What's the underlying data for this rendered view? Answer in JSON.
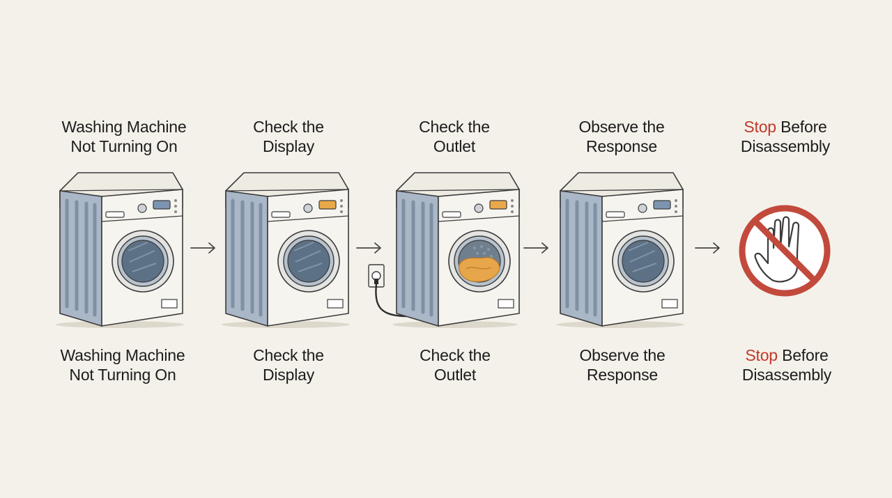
{
  "steps": [
    {
      "top_line1": "Washing Machine",
      "top_line2": "Not Turning On",
      "bottom_line1": "Washing Machine",
      "bottom_line2": "Not Turning On",
      "icon": "washing-machine-icon"
    },
    {
      "top_line1": "Check the",
      "top_line2": "Display",
      "bottom_line1": "Check the",
      "bottom_line2": "Display",
      "icon": "washing-machine-display-icon"
    },
    {
      "top_line1": "Check the",
      "top_line2": "Outlet",
      "bottom_line1": "Check the",
      "bottom_line2": "Outlet",
      "icon": "washing-machine-outlet-icon"
    },
    {
      "top_line1": "Observe the",
      "top_line2": "Response",
      "bottom_line1": "Observe the",
      "bottom_line2": "Response",
      "icon": "washing-machine-icon"
    },
    {
      "top_line1_a": "Stop",
      "top_line1_b": " Before",
      "top_line2": "Disassembly",
      "bottom_line1_a": "Stop",
      "bottom_line1_b": " Before",
      "bottom_line2": "Disassembly",
      "icon": "stop-hand-icon"
    }
  ],
  "colors": {
    "background": "#f4f1ea",
    "machine_side": "#a9b7c7",
    "machine_front": "#f6f4ef",
    "door_glass": "#5d7186",
    "display_blue": "#7d94b0",
    "display_orange": "#e9a84a",
    "laundry_orange": "#e8a64a",
    "stop_red": "#c0392b"
  }
}
